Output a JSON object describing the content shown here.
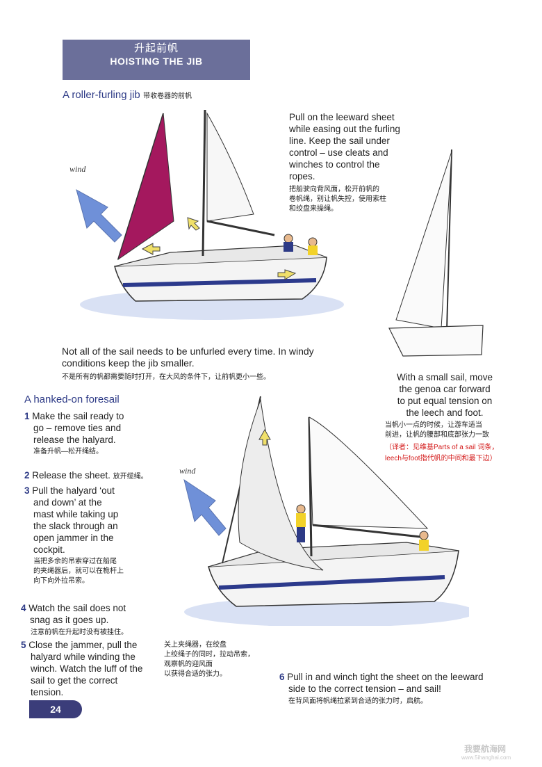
{
  "header": {
    "title_cn": "升起前帆",
    "title_en": "HOISTING THE JIB"
  },
  "section1": {
    "title": "A roller-furling jib",
    "title_cn": "带收卷器的前帆"
  },
  "wind_label": "wind",
  "pull_text": {
    "en": [
      "Pull on the leeward sheet",
      "while easing out the furling",
      "line. Keep the sail under",
      "control – use cleats and",
      "winches to control the",
      "ropes."
    ],
    "cn": [
      "把船驶向背风面，松开前帆的",
      "卷帆绳，别让帆失控，使用索柱",
      "和绞盘来操绳。"
    ]
  },
  "not_all_text": {
    "en": [
      "Not all of the sail needs to be unfurled every time. In windy",
      "conditions keep the jib smaller."
    ],
    "cn": "不是所有的帆都需要随时打开，在大风的条件下，让前帆更小一些。"
  },
  "small_sail_text": {
    "en": [
      "With a small sail, move",
      "the genoa car forward",
      "to put equal tension on",
      "the leech and foot."
    ],
    "cn": [
      "当帆小一点的时候，让游车适当",
      "前进，让帆的腰部和底部张力一致"
    ],
    "red": [
      "（译者：见维基Parts of a sail 词条，",
      "leech与foot指代帆的中间和最下边）"
    ]
  },
  "section2": {
    "title": "A hanked-on foresail"
  },
  "steps": [
    {
      "num": "1",
      "en": [
        "Make the sail ready to",
        "go – remove ties and",
        "release the halyard."
      ],
      "cn": [
        "准备升帆—松开绳结。"
      ]
    },
    {
      "num": "2",
      "en": [
        "Release the sheet."
      ],
      "cn_inline": "放开缆绳。"
    },
    {
      "num": "3",
      "en": [
        "Pull the halyard ‘out",
        "and down’ at the",
        "mast while taking up",
        "the slack through an",
        "open jammer in the",
        "cockpit."
      ],
      "cn": [
        "当把多余的吊索穿过在船尾",
        "的夹绳器后，就可以在桅杆上",
        "向下向外拉吊索。"
      ]
    },
    {
      "num": "4",
      "en": [
        "Watch the sail does not",
        "snag as it goes up."
      ],
      "cn": [
        "注意前帆在升起时没有被挂住。"
      ]
    },
    {
      "num": "5",
      "en": [
        "Close the jammer, pull the",
        "halyard while winding the",
        "winch. Watch the luff of the",
        "sail to get the correct",
        "tension."
      ],
      "cn": []
    },
    {
      "num": "6",
      "en": [
        "Pull in and winch tight the sheet on the leeward",
        "side to the correct tension – and sail!"
      ],
      "cn": [
        "在背风面将帆绳拉紧到合适的张力时，启航。"
      ]
    }
  ],
  "step5_cn": [
    "关上夹绳器，在绞盘",
    "上绞绳子的同时，拉动吊索，",
    "观察帆的迎风面",
    "以获得合适的张力。"
  ],
  "page_number": "24",
  "watermark": {
    "cn": "我要航海网",
    "en": "www.5ihanghai.com"
  },
  "colors": {
    "header_bg": "#6b6f9a",
    "section_title": "#2d3a86",
    "badge": "#3b3d7a",
    "red_note": "#d31818",
    "arrow": "#f0e06a",
    "wind_arrow": "#6f90d8"
  }
}
